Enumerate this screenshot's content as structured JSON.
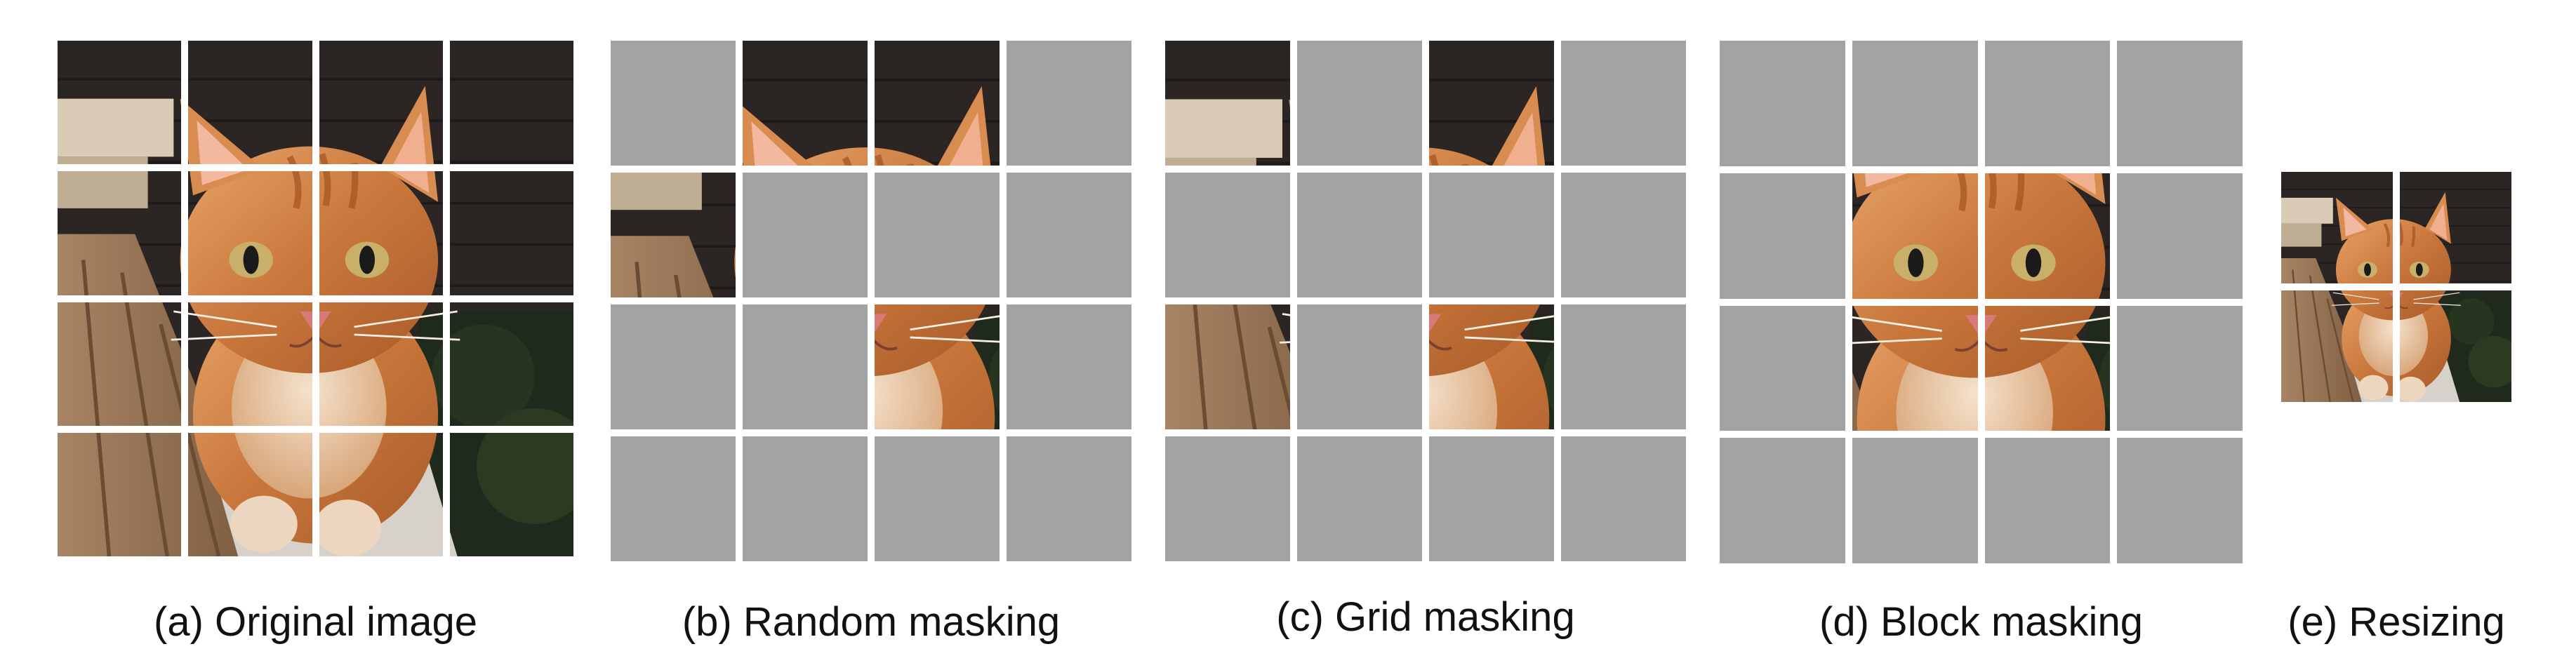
{
  "figure": {
    "panels": [
      {
        "id": "original",
        "caption": "(a) Original image",
        "grid_rows": 4,
        "grid_cols": 4,
        "mask": [
          [
            0,
            0,
            0,
            0
          ],
          [
            0,
            0,
            0,
            0
          ],
          [
            0,
            0,
            0,
            0
          ],
          [
            0,
            0,
            0,
            0
          ]
        ]
      },
      {
        "id": "random",
        "caption": "(b) Random masking",
        "grid_rows": 4,
        "grid_cols": 4,
        "mask": [
          [
            1,
            0,
            0,
            1
          ],
          [
            0,
            1,
            1,
            1
          ],
          [
            1,
            1,
            0,
            1
          ],
          [
            1,
            1,
            1,
            1
          ]
        ]
      },
      {
        "id": "grid",
        "caption": "(c) Grid masking",
        "grid_rows": 4,
        "grid_cols": 4,
        "mask": [
          [
            0,
            1,
            0,
            1
          ],
          [
            1,
            1,
            1,
            1
          ],
          [
            0,
            1,
            0,
            1
          ],
          [
            1,
            1,
            1,
            1
          ]
        ]
      },
      {
        "id": "block",
        "caption": "(d) Block masking",
        "grid_rows": 4,
        "grid_cols": 4,
        "mask": [
          [
            1,
            1,
            1,
            1
          ],
          [
            1,
            0,
            0,
            1
          ],
          [
            1,
            0,
            0,
            1
          ],
          [
            1,
            1,
            1,
            1
          ]
        ]
      },
      {
        "id": "resize",
        "caption": "(e) Resizing",
        "grid_rows": 2,
        "grid_cols": 2,
        "mask": [
          [
            0,
            0
          ],
          [
            0,
            0
          ]
        ]
      }
    ],
    "colors": {
      "mask_gray": "#a3a3a3",
      "divider_white": "#ffffff"
    }
  }
}
